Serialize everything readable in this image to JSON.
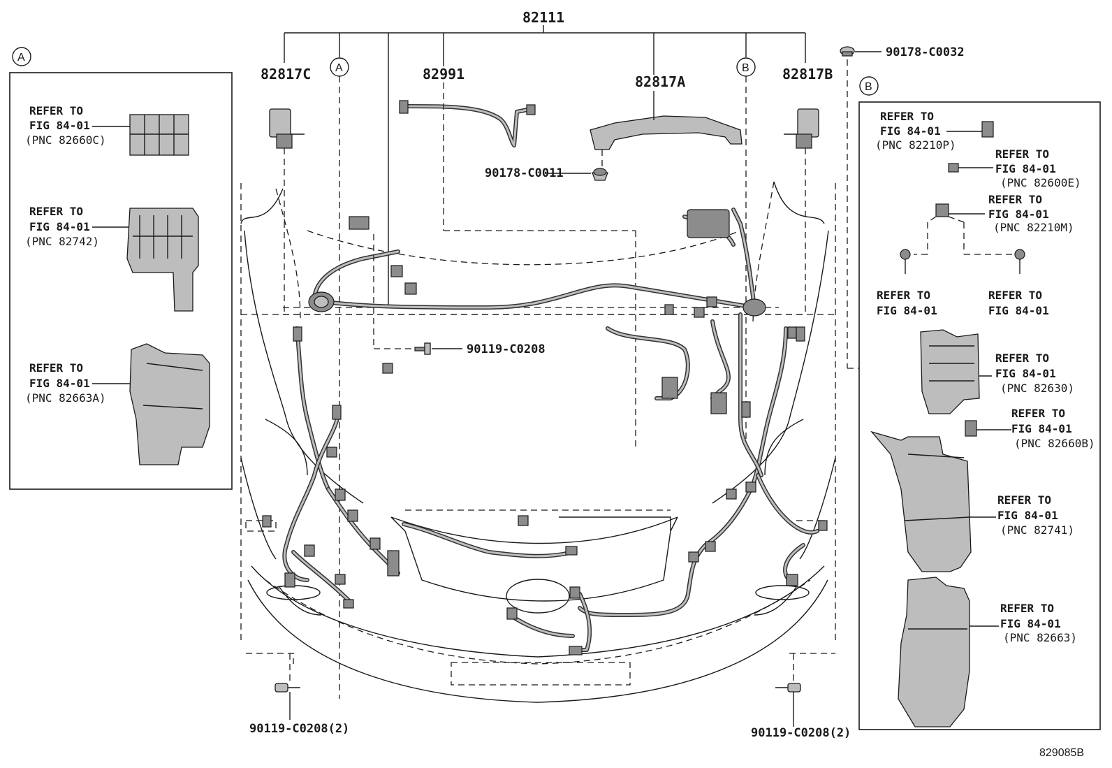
{
  "main_part": "82111",
  "subparts": {
    "c817c": "82817C",
    "c991": "82991",
    "c817a": "82817A",
    "c817b": "82817B"
  },
  "circles": {
    "a": "A",
    "b": "B"
  },
  "fasteners": {
    "clip_top": "90178-C0032",
    "clip_mid": "90178-C0011",
    "bolt_mid": "90119-C0208",
    "bolt_left": "90119-C0208(2)",
    "bolt_right": "90119-C0208(2)"
  },
  "panel_a": {
    "items": [
      {
        "l1": "REFER TO",
        "l2": "FIG 84-01",
        "l3": "(PNC 82660C)"
      },
      {
        "l1": "REFER TO",
        "l2": "FIG 84-01",
        "l3": "(PNC 82742)"
      },
      {
        "l1": "REFER TO",
        "l2": "FIG 84-01",
        "l3": "(PNC 82663A)"
      }
    ]
  },
  "panel_b": {
    "items": [
      {
        "l1": "REFER TO",
        "l2": "FIG 84-01",
        "l3": "(PNC 82210P)"
      },
      {
        "l1": "REFER TO",
        "l2": "FIG 84-01",
        "l3": "(PNC 82600E)"
      },
      {
        "l1": "REFER TO",
        "l2": "FIG 84-01",
        "l3": "(PNC 82210M)"
      },
      {
        "l1": "REFER TO",
        "l2": "FIG 84-01"
      },
      {
        "l1": "REFER TO",
        "l2": "FIG 84-01"
      },
      {
        "l1": "REFER TO",
        "l2": "FIG 84-01",
        "l3": "(PNC 82630)"
      },
      {
        "l1": "REFER TO",
        "l2": "FIG 84-01",
        "l3": "(PNC 82660B)"
      },
      {
        "l1": "REFER TO",
        "l2": "FIG 84-01",
        "l3": "(PNC 82741)"
      },
      {
        "l1": "REFER TO",
        "l2": "FIG 84-01",
        "l3": "(PNC 82663)"
      }
    ]
  },
  "figure_id": "829085B"
}
